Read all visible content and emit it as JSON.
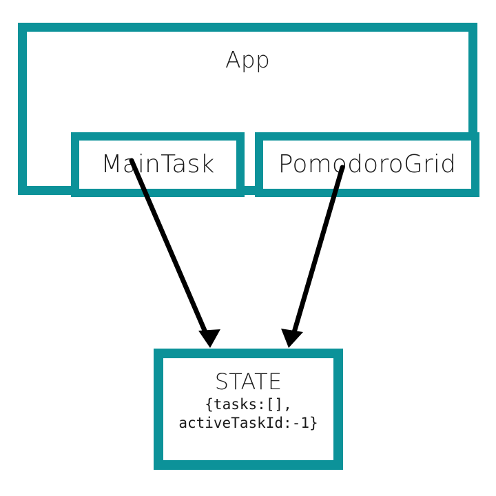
{
  "diagram": {
    "type": "component-state-diagram",
    "background_color": "#ffffff",
    "accent_color": "#0c9299",
    "text_color": "#1a1a1a",
    "container": {
      "label": "App",
      "children": [
        {
          "label": "MainTask"
        },
        {
          "label": "PomodoroGrid"
        }
      ]
    },
    "store": {
      "title": "STATE",
      "code_lines": [
        "{tasks:[],",
        "activeTaskId:-1}"
      ]
    },
    "edges": [
      {
        "from": "MainTask",
        "to": "STATE",
        "style": "solid-arrow"
      },
      {
        "from": "PomodoroGrid",
        "to": "STATE",
        "style": "solid-arrow"
      }
    ]
  }
}
